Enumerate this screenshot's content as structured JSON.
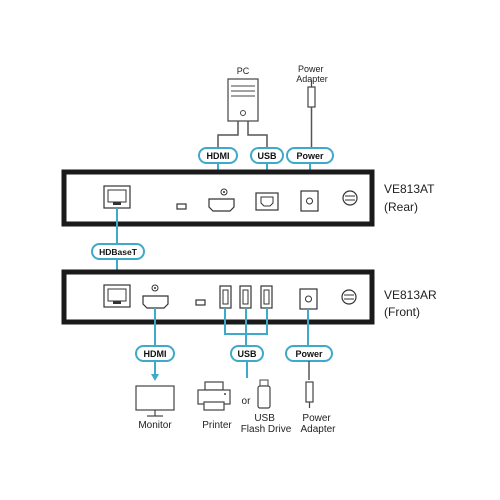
{
  "top": {
    "pc_label": "PC",
    "power_adapter_label_line1": "Power",
    "power_adapter_label_line2": "Adapter"
  },
  "pills": {
    "hdmi_top": "HDMI",
    "usb_top": "USB",
    "power_top": "Power",
    "hdbaset": "HDBaseT",
    "hdmi_bottom": "HDMI",
    "usb_bottom": "USB",
    "power_bottom": "Power"
  },
  "units": {
    "transmitter_model": "VE813AT",
    "transmitter_side": "(Rear)",
    "receiver_model": "VE813AR",
    "receiver_side": "(Front)"
  },
  "bottom": {
    "monitor_label": "Monitor",
    "printer_label": "Printer",
    "or_label": "or",
    "usb_flash_line1": "USB",
    "usb_flash_line2": "Flash Drive",
    "power_adapter_line1": "Power",
    "power_adapter_line2": "Adapter"
  },
  "colors": {
    "accent_wire": "#3fa9c9",
    "unit_body": "#1a1a1a"
  }
}
